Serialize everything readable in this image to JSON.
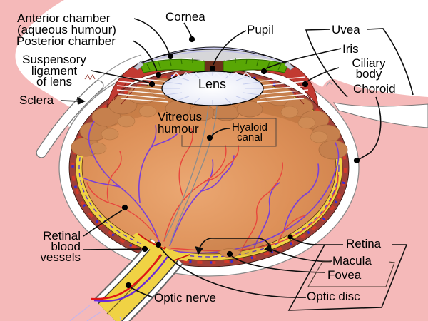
{
  "diagram": {
    "subject": "human-eye-cross-section",
    "labels": {
      "anterior_chamber_line1": "Anterior chamber",
      "anterior_chamber_line2": "(aqueous humour)",
      "posterior_chamber": "Posterior chamber",
      "cornea": "Cornea",
      "pupil": "Pupil",
      "uvea": "Uvea",
      "iris": "Iris",
      "ciliary_line1": "Ciliary",
      "ciliary_line2": "body",
      "choroid": "Choroid",
      "sclera": "Sclera",
      "suspensory_line1": "Suspensory",
      "suspensory_line2": "ligament",
      "suspensory_line3": "of lens",
      "lens": "Lens",
      "vitreous_line1": "Vitreous",
      "vitreous_line2": "humour",
      "hyaloid_line1": "Hyaloid",
      "hyaloid_line2": "canal",
      "retinal_line1": "Retinal",
      "retinal_line2": "blood",
      "retinal_line3": "vessels",
      "optic_nerve": "Optic nerve",
      "retina": "Retina",
      "macula": "Macula",
      "fovea": "Fovea",
      "optic_disc": "Optic disc"
    },
    "colors": {
      "background_pink": "#f5b9b9",
      "sclera_white": "#ffffff",
      "choroid_maroon": "#9e4038",
      "retina_yellow": "#f0d244",
      "vitreous_orange": "#dd9058",
      "cornea_lavender": "#cbcbf1",
      "anterior_chamber_gray": "#d6d6d9",
      "iris_green": "#59a705",
      "ciliary_red": "#c23a32",
      "vessel_red": "#e8453c",
      "vessel_purple": "#7a3fd8",
      "leader_black": "#0d0d0d"
    }
  }
}
